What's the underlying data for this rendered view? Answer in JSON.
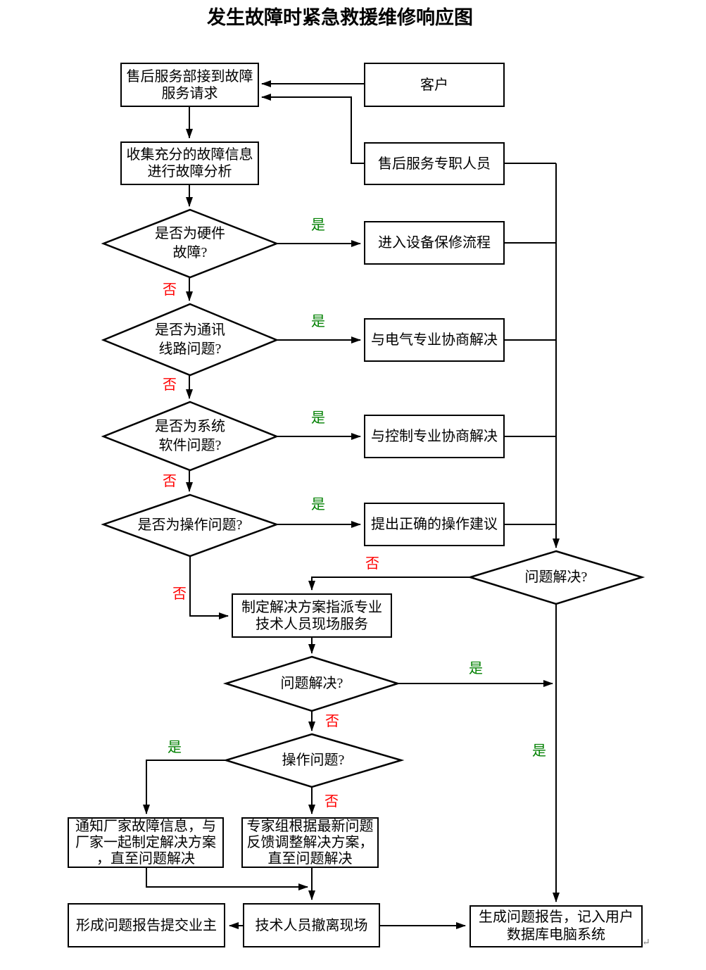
{
  "title": "发生故障时紧急救援维修响应图",
  "colors": {
    "line": "#000000",
    "yes_label": "#008000",
    "no_label": "#ff0000",
    "node_background": "#ffffff",
    "node_border": "#000000"
  },
  "edge_labels": {
    "yes": "是",
    "no": "否"
  },
  "nodes": {
    "receive_request": {
      "text": "售后服务部接到故障\n服务请求"
    },
    "customer": {
      "text": "客户"
    },
    "collect_info": {
      "text": "收集充分的故障信息\n进行故障分析"
    },
    "service_staff": {
      "text": "售后服务专职人员"
    },
    "decision_hardware_fault": {
      "text": "是否为硬件\n故障?"
    },
    "warranty_process": {
      "text": "进入设备保修流程"
    },
    "decision_comm_line": {
      "text": "是否为通讯\n线路问题?"
    },
    "electrical_resolve": {
      "text": "与电气专业协商解决"
    },
    "decision_system_software": {
      "text": "是否为系统\n软件问题?"
    },
    "control_resolve": {
      "text": "与控制专业协商解决"
    },
    "decision_operation": {
      "text": "是否为操作问题?"
    },
    "operation_advice": {
      "text": "提出正确的操作建议"
    },
    "decision_problem_solved_right": {
      "text": "问题解决?"
    },
    "make_solution_plan": {
      "text": "制定解决方案指派专业\n技术人员现场服务"
    },
    "decision_problem_solved_mid": {
      "text": "问题解决?"
    },
    "decision_operation_issue": {
      "text": "操作问题?"
    },
    "notify_manufacturer": {
      "text": "通知厂家故障信息，与\n厂家一起制定解决方案\n，直至问题解决"
    },
    "expert_adjust_plan": {
      "text": "专家组根据最新问题\n反馈调整解决方案，\n直至问题解决"
    },
    "form_report_owner": {
      "text": "形成问题报告提交业主"
    },
    "tech_leave_site": {
      "text": "技术人员撤离现场"
    },
    "generate_report_db": {
      "text": "生成问题报告，记入用户\n数据库电脑系统"
    }
  },
  "misc": {
    "paragraph_mark": "↵"
  }
}
